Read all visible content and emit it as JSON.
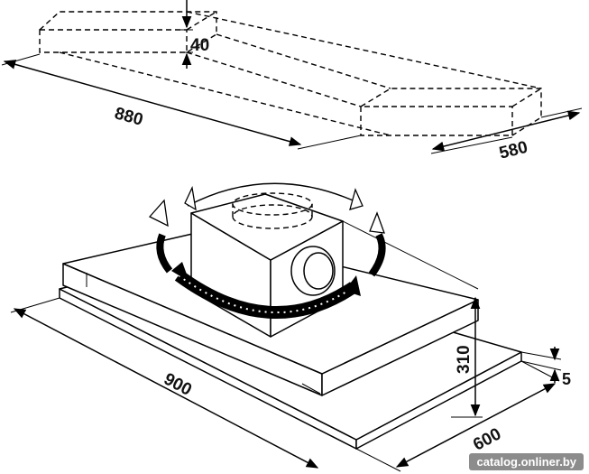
{
  "dimensions": {
    "cutout_height": "40",
    "cutout_length": "880",
    "cutout_depth": "580",
    "hood_width": "900",
    "hood_depth": "600",
    "hood_height": "310",
    "panel_thickness": "5"
  },
  "watermark": "catalog.onliner.by",
  "colors": {
    "line": "#000000",
    "background": "#ffffff"
  },
  "icons": [
    "rotation-arrow-icon",
    "dimension-arrow-icon"
  ]
}
